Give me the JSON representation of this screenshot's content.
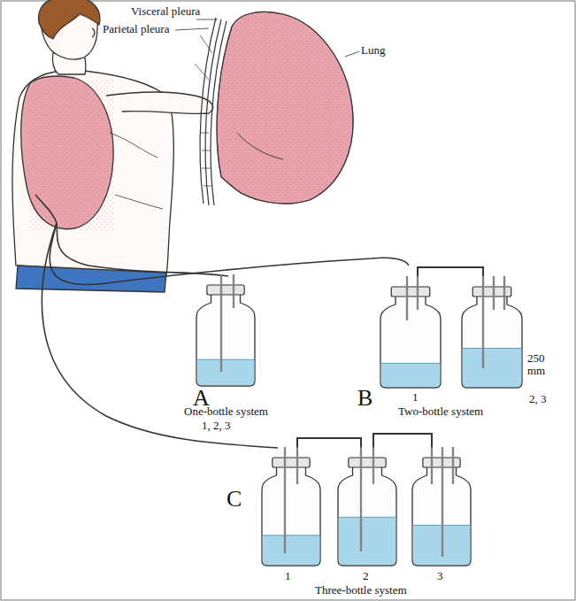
{
  "diagram": {
    "labels": [
      "Visceral pleura",
      "Parietal pleura",
      "Lung",
      "A",
      "One-bottle system",
      "1, 2, 3",
      "B",
      "1",
      "Two-bottle system",
      "250 mm",
      "2, 3",
      "C",
      "1",
      "2",
      "3",
      "Three-bottle system"
    ]
  }
}
